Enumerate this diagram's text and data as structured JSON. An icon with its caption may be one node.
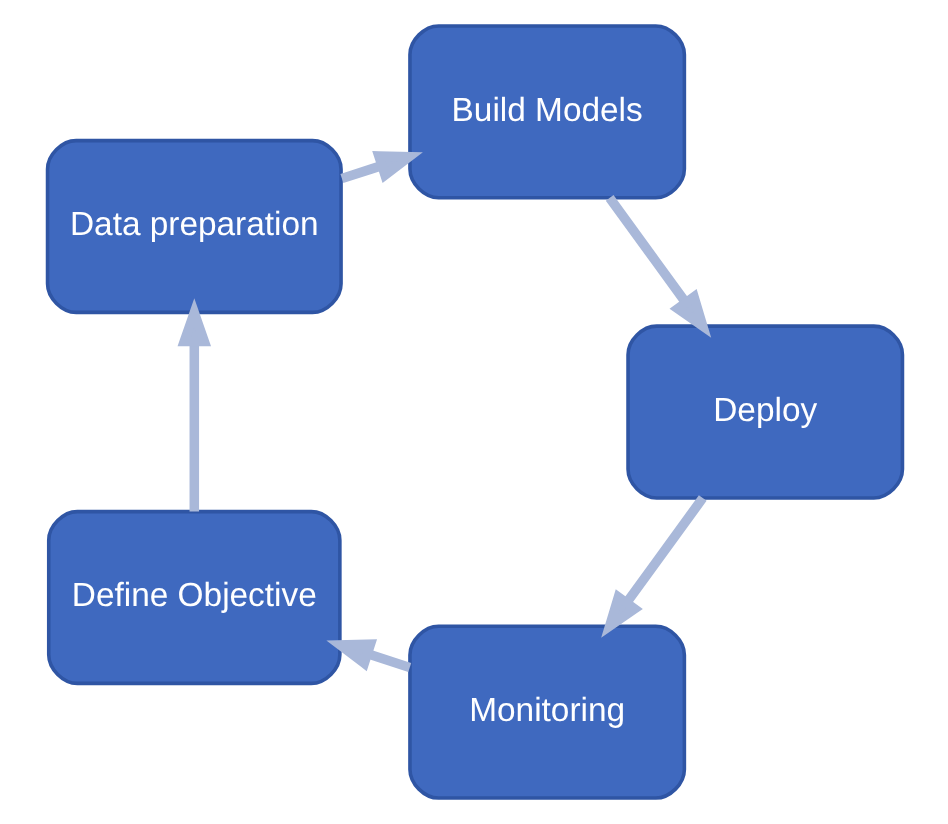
{
  "diagram": {
    "nodes": [
      {
        "text": [
          "Monitoring"
        ]
      },
      {
        "text": [
          "Define Objective"
        ]
      },
      {
        "text": [
          "Data preparation"
        ]
      },
      {
        "text": [
          "Build Models"
        ]
      },
      {
        "text": [
          "Deploy"
        ]
      }
    ],
    "edges": [
      {
        "from": 0,
        "to": 1,
        "arrow": "to"
      },
      {
        "from": 1,
        "to": 2,
        "arrow": "to"
      },
      {
        "from": 2,
        "to": 3,
        "arrow": "to"
      },
      {
        "from": 3,
        "to": 4,
        "arrow": "to"
      },
      {
        "from": 4,
        "to": 0,
        "arrow": "to"
      }
    ]
  }
}
